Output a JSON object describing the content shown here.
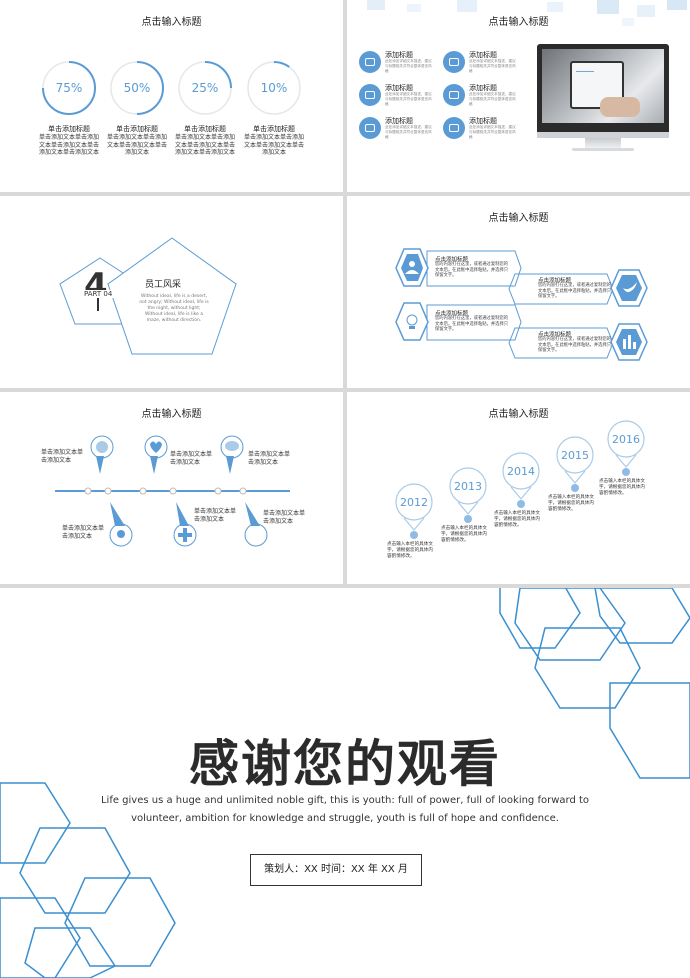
{
  "colors": {
    "accent": "#5b9bd5",
    "light": "#a9cbe8",
    "dark": "#333333"
  },
  "slide1": {
    "title": "点击输入标题",
    "rings": [
      {
        "pct": "75%",
        "value": 0.75,
        "label": "单击添加标题",
        "text": "单击添加文本单击添加文本单击添加文本单击添加文本单击添加文本"
      },
      {
        "pct": "50%",
        "value": 0.5,
        "label": "单击添加标题",
        "text": "单击添加文本单击添加文本单击添加文本单击添加文本"
      },
      {
        "pct": "25%",
        "value": 0.25,
        "label": "单击添加标题",
        "text": "单击添加文本单击添加文本单击添加文本单击添加文本单击添加文本"
      },
      {
        "pct": "10%",
        "value": 0.1,
        "label": "单击添加标题",
        "text": "单击添加文本单击添加文本单击添加文本单击添加文本"
      }
    ]
  },
  "slide2": {
    "title": "点击输入标题",
    "items": [
      {
        "label": "添加标题",
        "text": "此处添加详细文本描述，建议与标题相关并符合整体语言风格",
        "icon": "link-icon"
      },
      {
        "label": "添加标题",
        "text": "此处添加详细文本描述，建议与标题相关并符合整体语言风格",
        "icon": "expand-icon"
      },
      {
        "label": "添加标题",
        "text": "此处添加详细文本描述，建议与标题相关并符合整体语言风格",
        "icon": "folder-icon"
      },
      {
        "label": "添加标题",
        "text": "此处添加详细文本描述，建议与标题相关并符合整体语言风格",
        "icon": "shrink-icon"
      },
      {
        "label": "添加标题",
        "text": "此处添加详细文本描述，建议与标题相关并符合整体语言风格",
        "icon": "headphones-icon"
      },
      {
        "label": "添加标题",
        "text": "此处添加详细文本描述，建议与标题相关并符合整体语言风格",
        "icon": "tablet-icon"
      }
    ]
  },
  "slide3": {
    "number": "4",
    "part": "PART 04",
    "heading": "员工风采",
    "text": "Without ideal, life is a desert, not angry; Without ideal, life is the night, without light; Without ideal, life is like a maze, without direction."
  },
  "slide4": {
    "title": "点击输入标题",
    "items": [
      {
        "label": "点击添加标题",
        "text": "您的内容打在这里，或者通过复制您的文本后，在此框中选择粘贴，并选择只保留文字。",
        "icon": "user-icon"
      },
      {
        "label": "点击添加标题",
        "text": "您的内容打在这里，或者通过复制您的文本后，在此框中选择粘贴，并选择只保留文字。",
        "icon": "twitter-icon"
      },
      {
        "label": "点击添加标题",
        "text": "您的内容打在这里，或者通过复制您的文本后，在此框中选择粘贴，并选择只保留文字。",
        "icon": "bulb-icon"
      },
      {
        "label": "点击添加标题",
        "text": "您的内容打在这里，或者通过复制您的文本后，在此框中选择粘贴，并选择只保留文字。",
        "icon": "chart-icon"
      }
    ]
  },
  "slide5": {
    "title": "点击输入标题",
    "texts": [
      "单击添加文本单击添加文本",
      "单击添加文本单击添加文本",
      "单击添加文本单击添加文本",
      "单击添加文本单击添加文本",
      "单击添加文本单击添加文本",
      "单击添加文本单击添加文本"
    ]
  },
  "slide6": {
    "title": "点击输入标题",
    "years": [
      "2012",
      "2013",
      "2014",
      "2015",
      "2016"
    ],
    "text": "点击输入本栏的具体文字，请根据您的具体内容酌情修改。"
  },
  "slide7": {
    "title": "感谢您的观看",
    "line1": "Life gives us a huge and unlimited noble gift, this is youth: full of power, full of looking forward to",
    "line2": "volunteer, ambition for knowledge and struggle, youth is full of hope and confidence.",
    "footer": "策划人：XX    时间：XX 年 XX 月"
  }
}
